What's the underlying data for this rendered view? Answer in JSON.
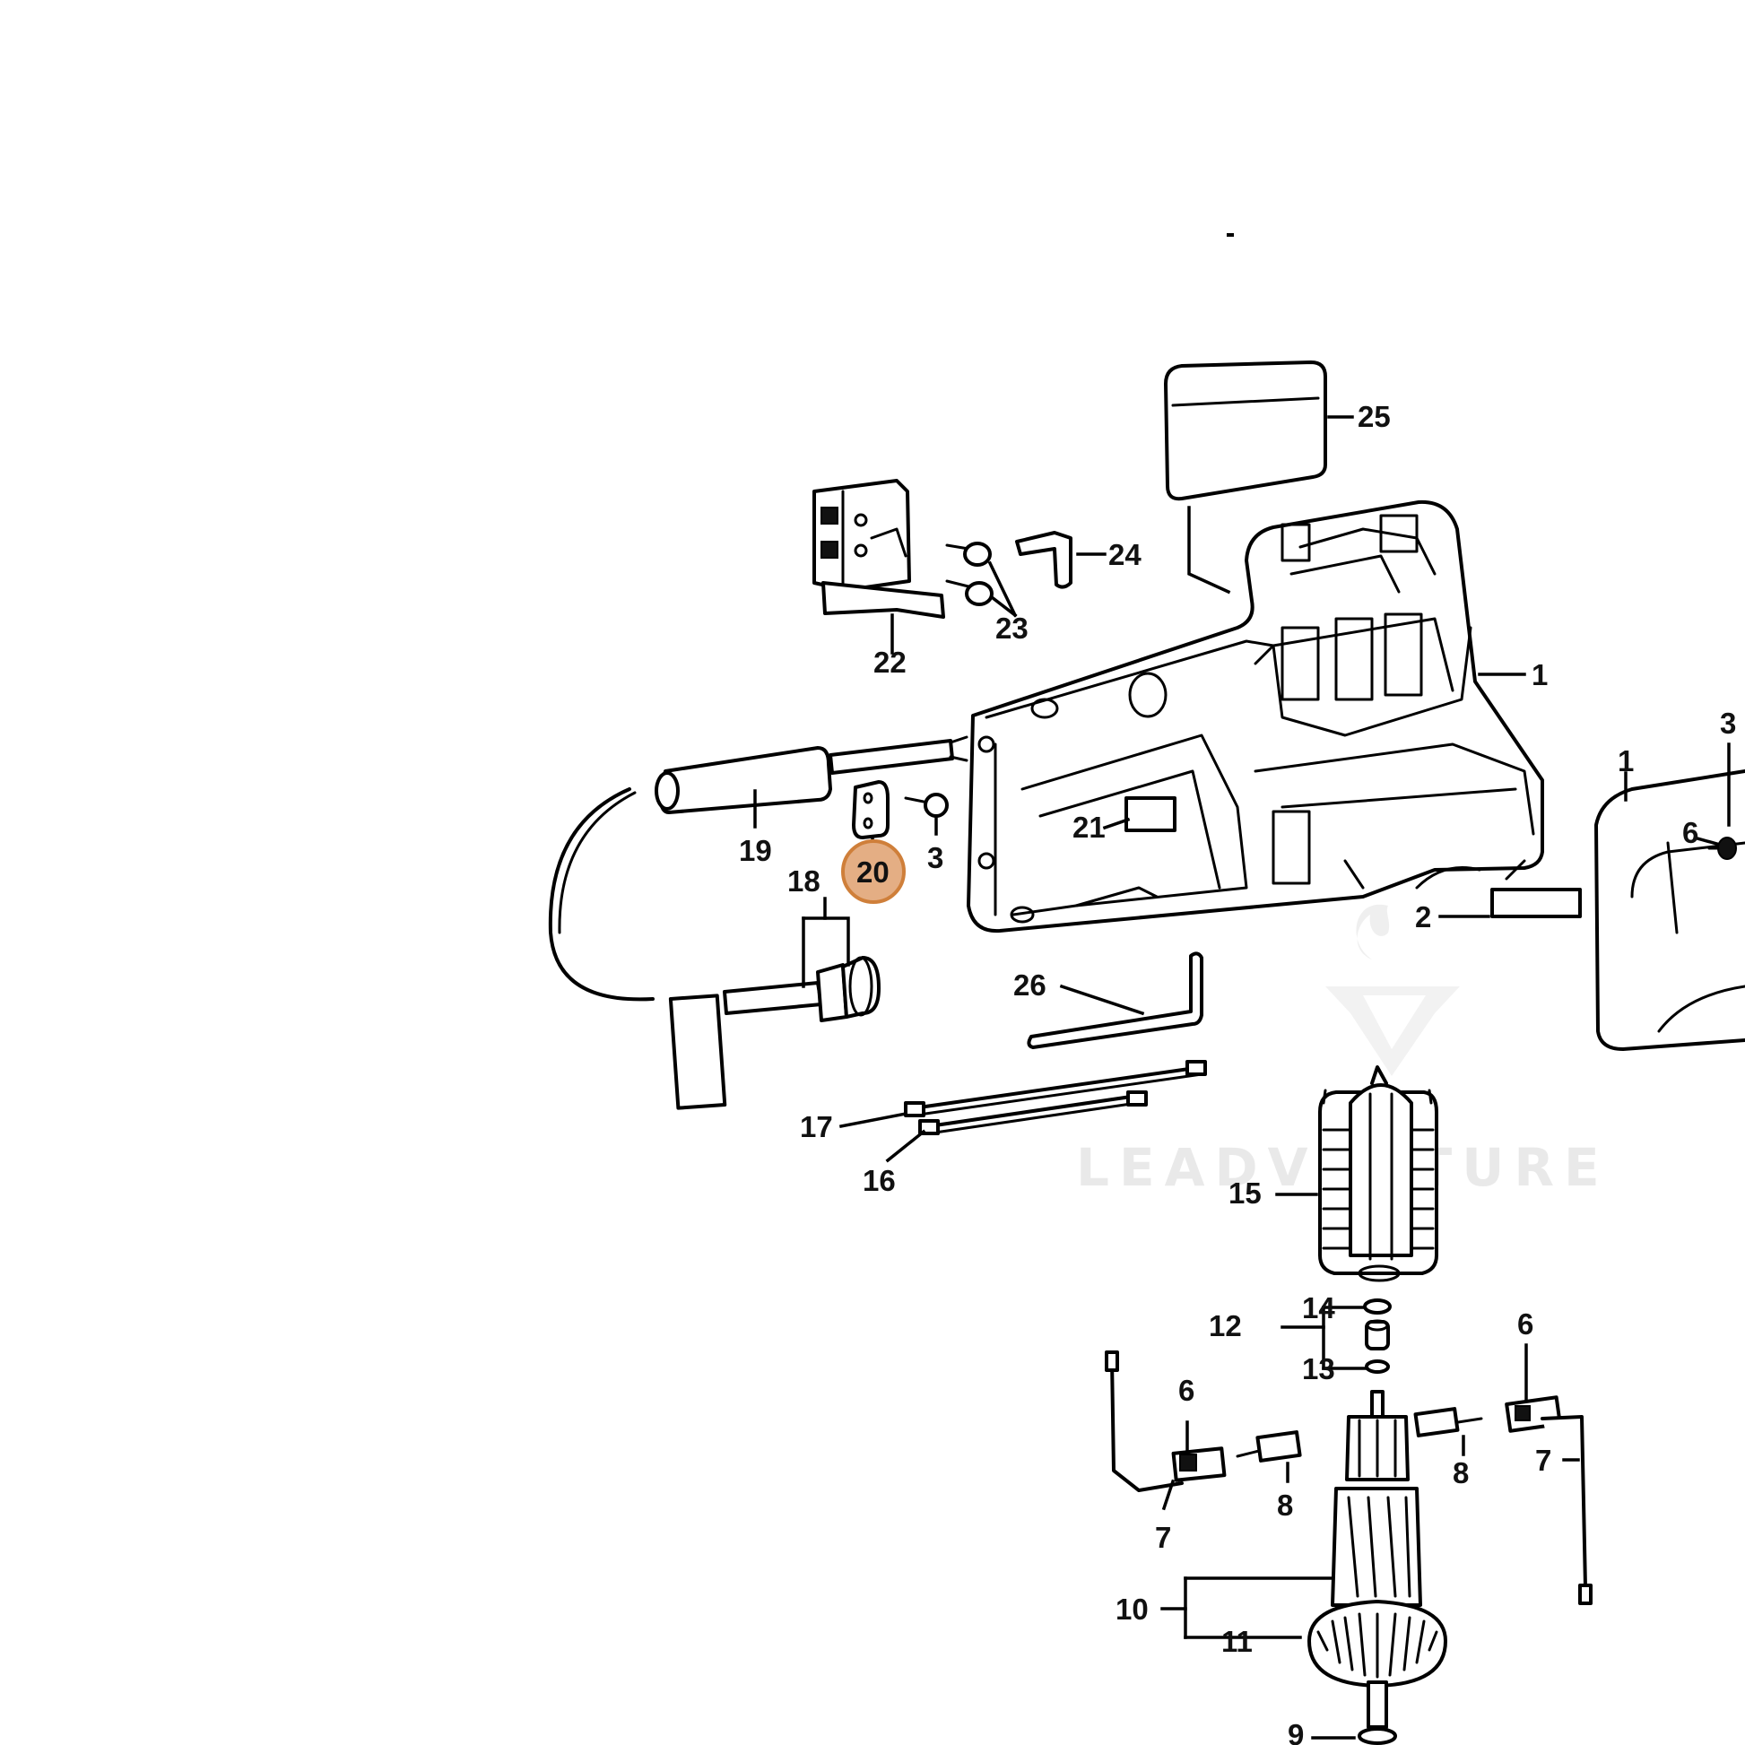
{
  "diagram": {
    "watermark": "LEADVENTURE",
    "highlight_color": "#cf7f3a",
    "highlight_fill": "#e4ae84",
    "labels": {
      "l1a": "1",
      "l1b": "1",
      "l2": "2",
      "l3a": "3",
      "l3b": "3",
      "l6a": "6",
      "l6b": "6",
      "l6c": "6",
      "l7a": "7",
      "l7b": "7",
      "l8a": "8",
      "l8b": "8",
      "l9": "9",
      "l10": "10",
      "l11": "11",
      "l12": "12",
      "l13": "13",
      "l14": "14",
      "l15": "15",
      "l16": "16",
      "l17": "17",
      "l18": "18",
      "l19": "19",
      "l20": "20",
      "l21": "21",
      "l22": "22",
      "l23": "23",
      "l24": "24",
      "l25": "25",
      "l26": "26"
    }
  }
}
